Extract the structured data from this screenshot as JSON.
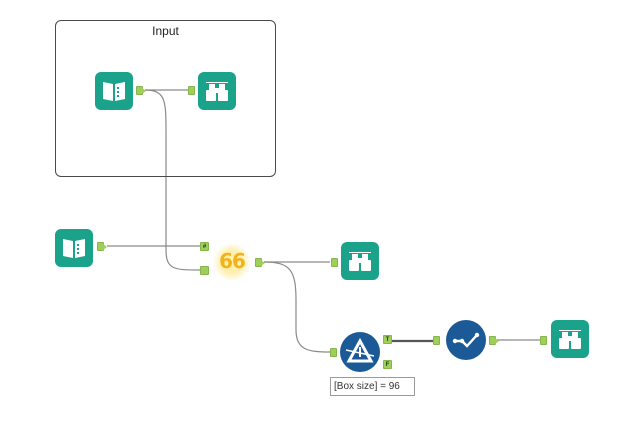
{
  "container": {
    "title": "Input"
  },
  "tools": {
    "input_data_1": {
      "icon": "book-icon",
      "color": "#1aa38a"
    },
    "browse_1": {
      "icon": "binoculars-icon",
      "color": "#1aa38a"
    },
    "input_data_2": {
      "icon": "book-icon",
      "color": "#1aa38a"
    },
    "formula": {
      "label": "66",
      "icon": "formula-icon",
      "color": "#f2b21a"
    },
    "browse_2": {
      "icon": "binoculars-icon",
      "color": "#1aa38a"
    },
    "filter": {
      "icon": "filter-icon",
      "color": "#1b5a96",
      "true_anchor": "T",
      "false_anchor": "F"
    },
    "select": {
      "icon": "checkmark-path-icon",
      "color": "#1b5a96"
    },
    "browse_3": {
      "icon": "binoculars-icon",
      "color": "#1aa38a"
    }
  },
  "formula_anchors": {
    "upper": "#",
    "lower": ""
  },
  "annotation": {
    "text": "[Box size] = 96"
  }
}
